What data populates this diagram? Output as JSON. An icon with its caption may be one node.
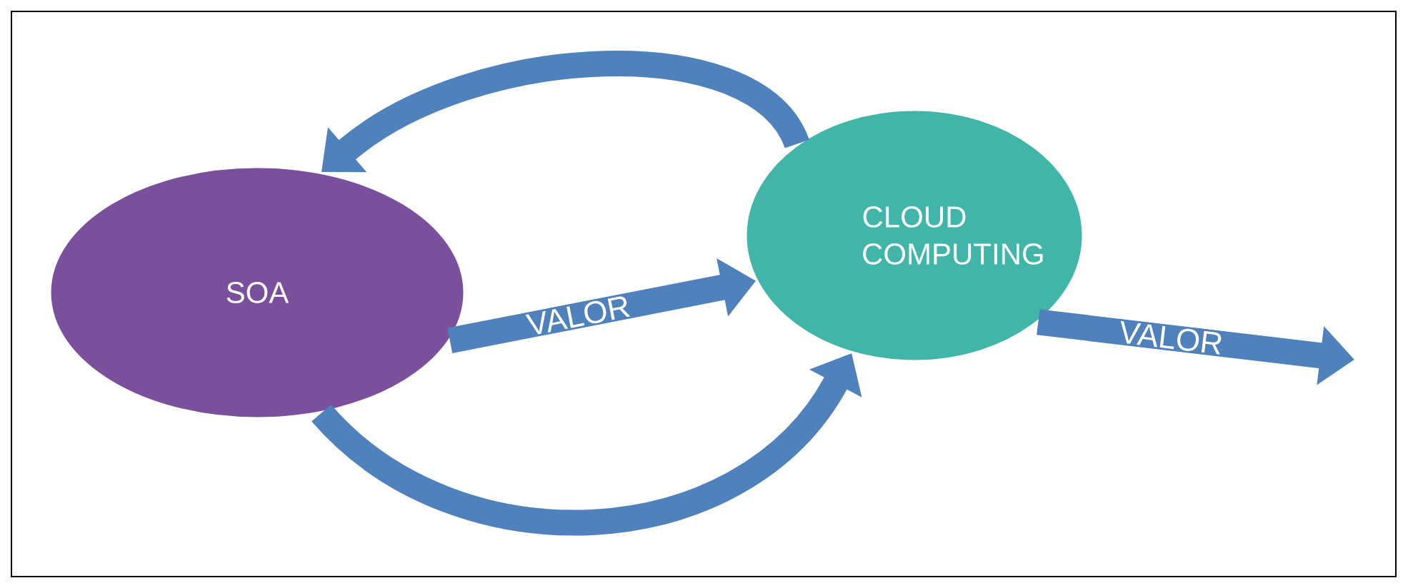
{
  "diagram": {
    "nodes": [
      {
        "text": [
          "SOA"
        ]
      },
      {
        "text": [
          "CLOUD COMPUTING"
        ]
      }
    ],
    "edges": [
      {
        "from": 1,
        "to": 0,
        "arrow": "to"
      },
      {
        "from": 0,
        "to": 1,
        "arrow": "to"
      },
      {
        "from": 0,
        "to": 1,
        "arrow": "to",
        "label": "VALOR"
      },
      {
        "from": 1,
        "to": null,
        "arrow": "to",
        "label": "VALOR"
      }
    ]
  }
}
